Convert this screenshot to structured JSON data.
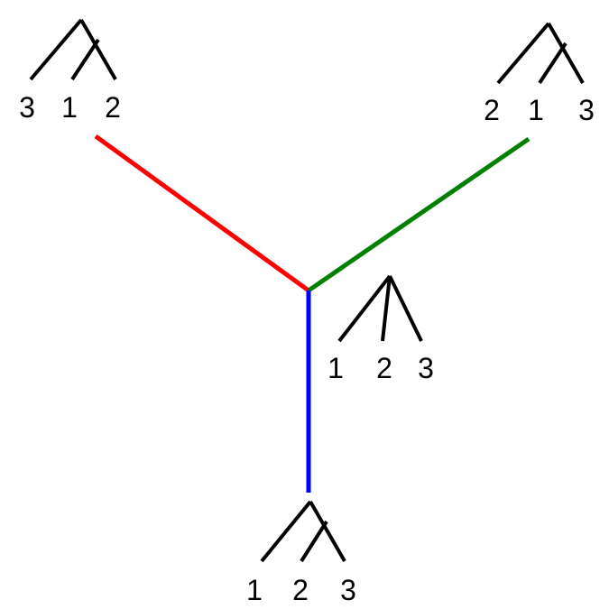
{
  "branches": {
    "red": {
      "color": "#ff0000"
    },
    "green": {
      "color": "#008000"
    },
    "blue": {
      "color": "#0000ff"
    }
  },
  "trees": {
    "top_left": {
      "leaves": [
        "3",
        "1",
        "2"
      ],
      "shape": "right-nested"
    },
    "top_right": {
      "leaves": [
        "2",
        "1",
        "3"
      ],
      "shape": "right-nested"
    },
    "center": {
      "leaves": [
        "1",
        "2",
        "3"
      ],
      "shape": "star"
    },
    "bottom": {
      "leaves": [
        "1",
        "2",
        "3"
      ],
      "shape": "right-nested"
    }
  }
}
